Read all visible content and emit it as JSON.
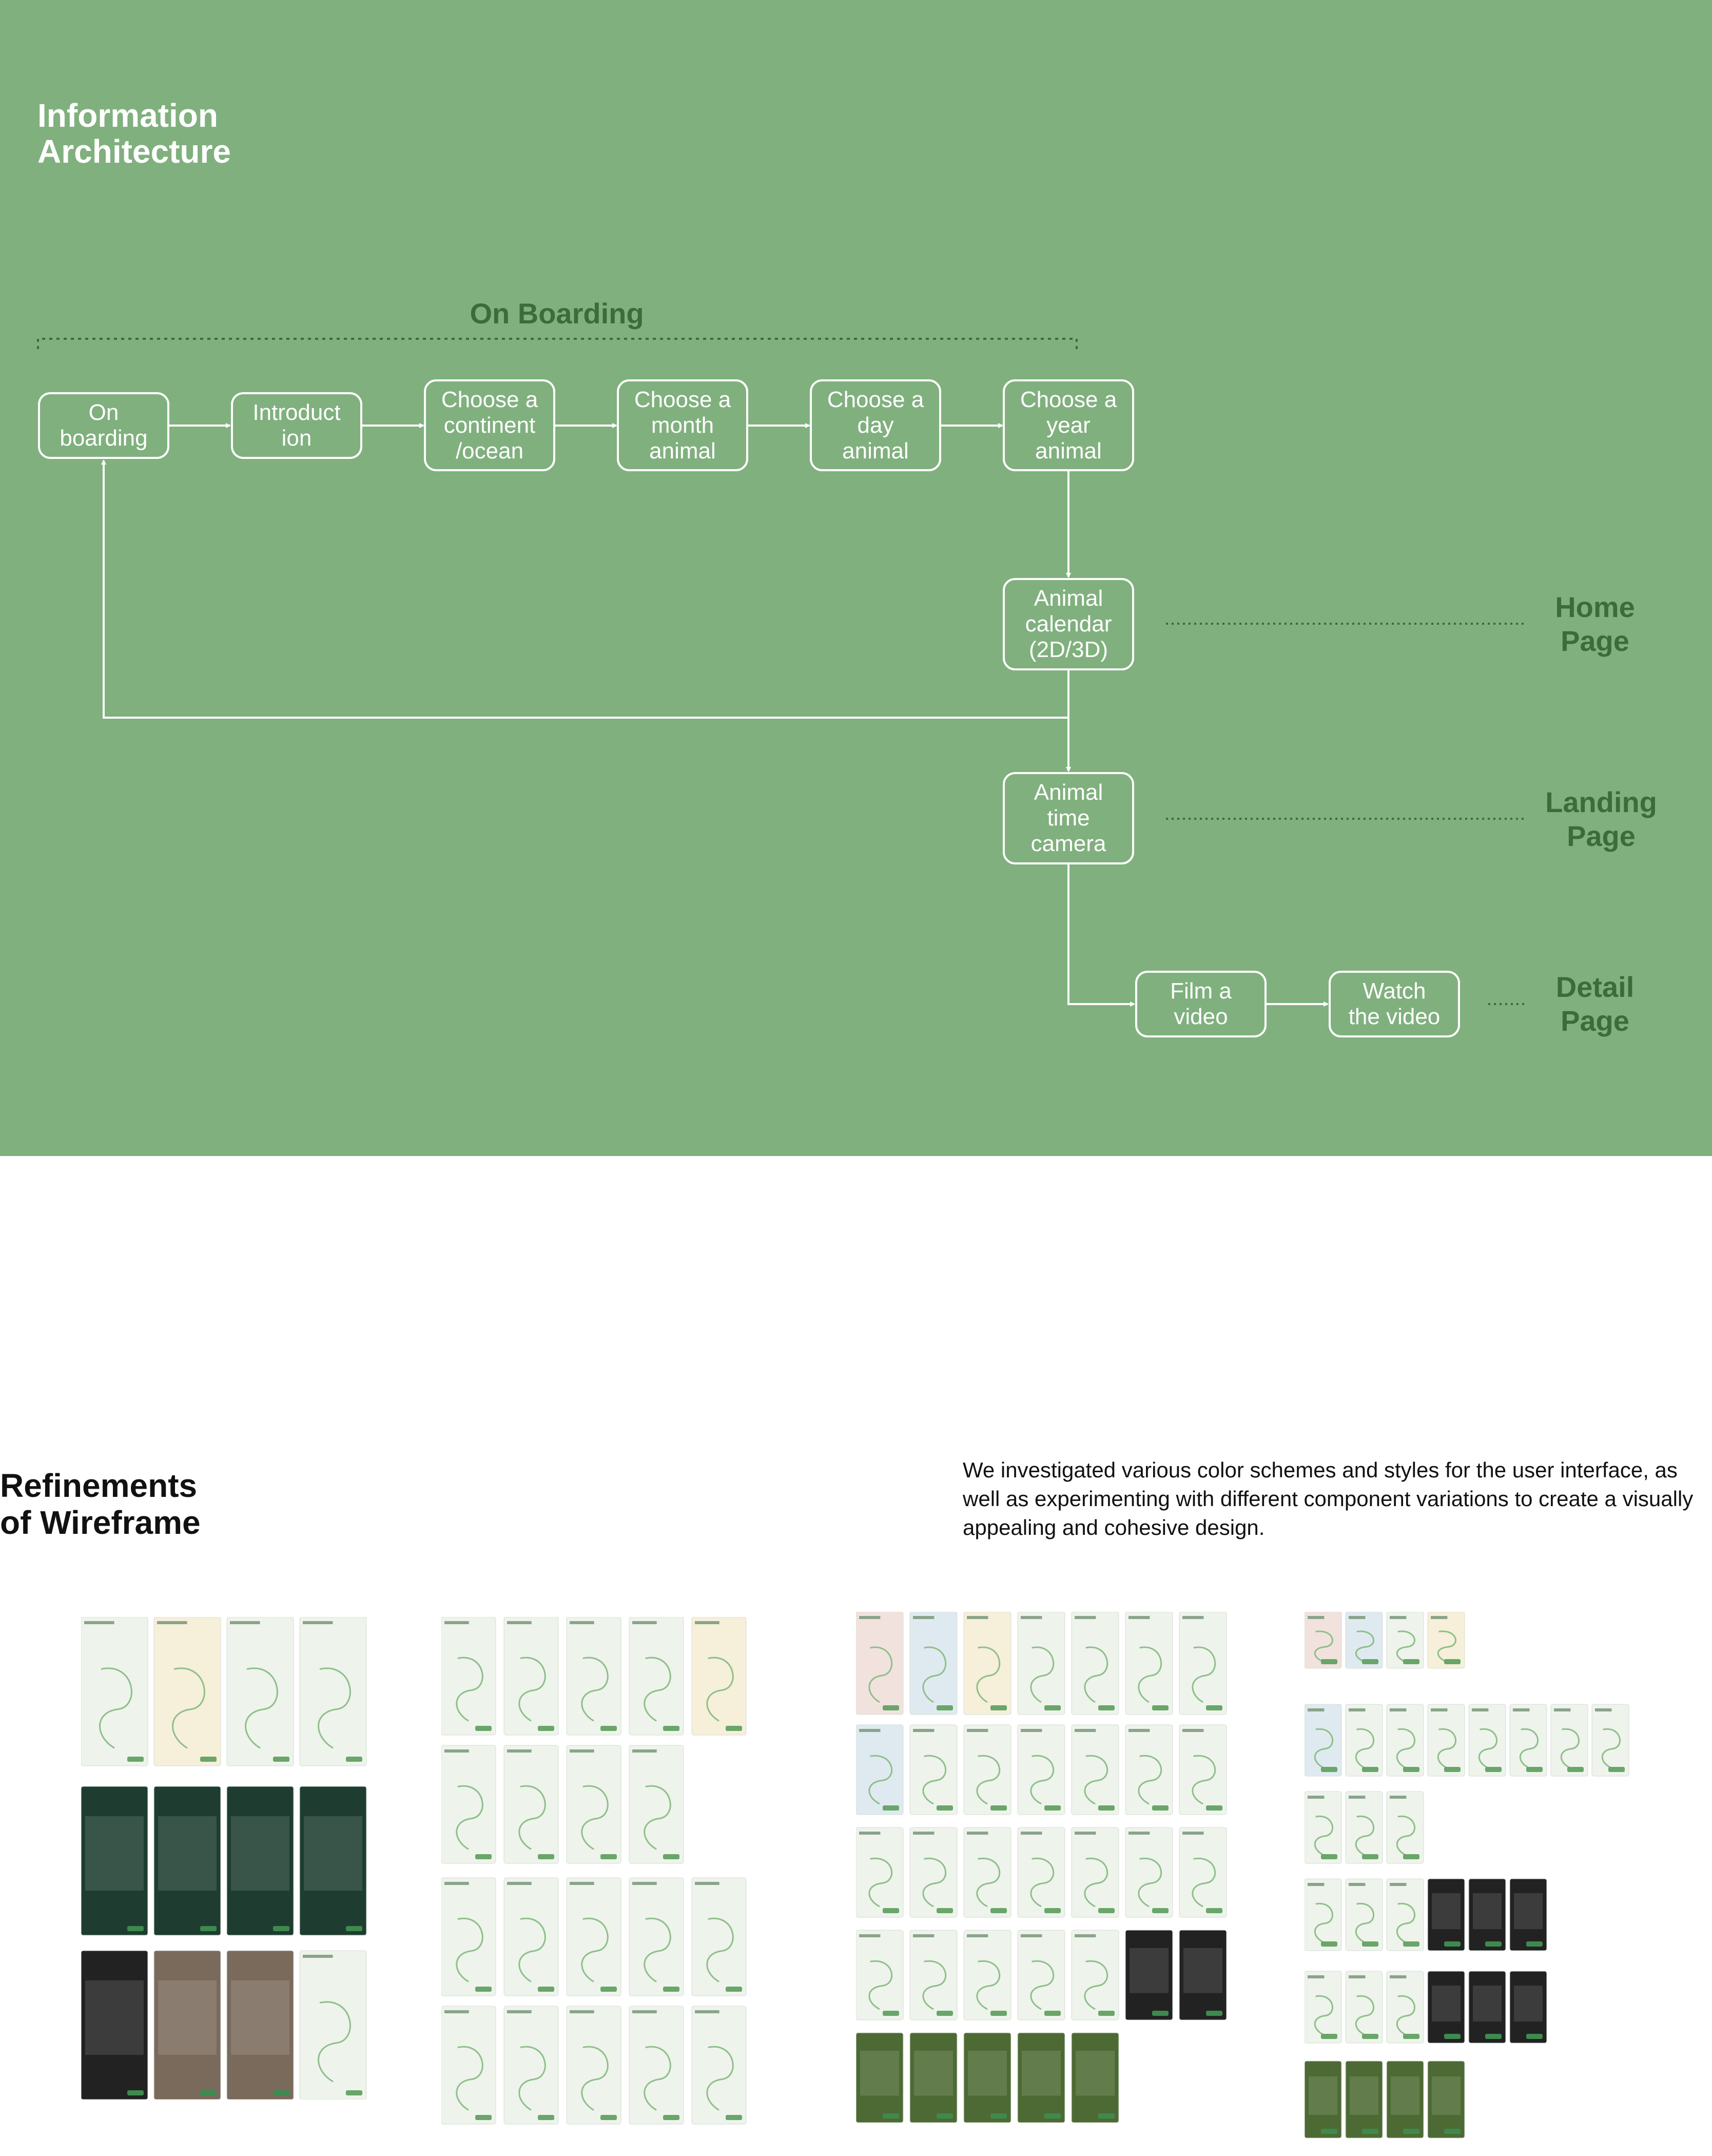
{
  "information_architecture": {
    "title_line1": "Information",
    "title_line2": "Architecture",
    "onboarding_group_label": "On Boarding",
    "nodes": {
      "on_boarding": "On\nboarding",
      "introduction": "Introduct\nion",
      "choose_continent": "Choose a\ncontinent\n/ocean",
      "choose_month": "Choose a\nmonth\nanimal",
      "choose_day": "Choose a\nday\nanimal",
      "choose_year": "Choose a\nyear\nanimal",
      "animal_calendar": "Animal\ncalendar\n(2D/3D)",
      "animal_time_camera": "Animal\ntime\ncamera",
      "film_video": "Film a\nvideo",
      "watch_video": "Watch\nthe video"
    },
    "sections": {
      "home_line1": "Home",
      "home_line2": "Page",
      "landing_line1": "Landing",
      "landing_line2": "Page",
      "detail_line1": "Detail",
      "detail_line2": "Page"
    }
  },
  "refinements": {
    "title_line1": "Refinements",
    "title_line2": "of Wireframe",
    "description": "We investigated various color schemes and styles for the user interface, as well as experimenting with different component variations to create a visually appealing and cohesive design."
  },
  "colors": {
    "ia_background": "#80b07e",
    "label_green": "#3d6b3b",
    "node_stroke": "#ffffff",
    "accent_pink": "#e0507a",
    "dark_green": "#1e3d30"
  }
}
